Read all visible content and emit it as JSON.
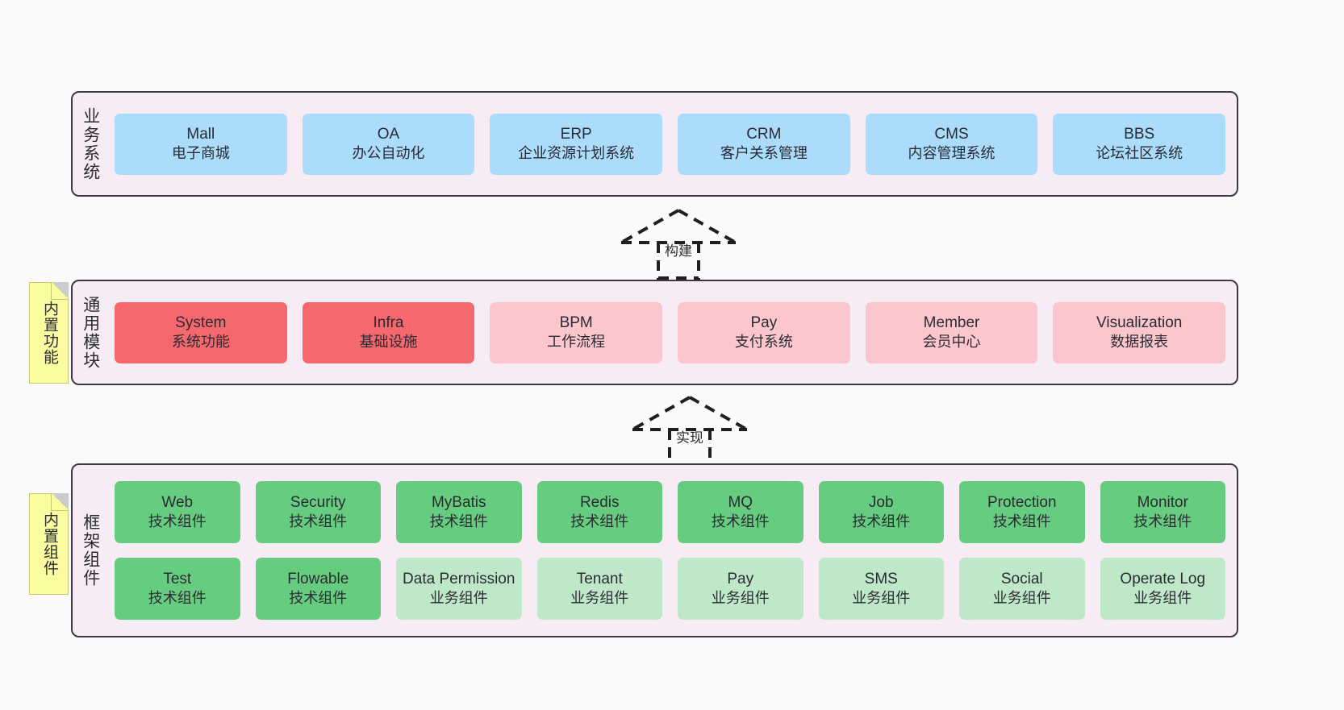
{
  "diagram": {
    "background_color": "#fafafa",
    "layer_bg_color": "#f7ebf4",
    "layer_border_color": "#3b3a44",
    "note_color": "#fbfba0"
  },
  "layers": [
    {
      "id": "business",
      "title": "业务系统",
      "rows": [
        {
          "cells": [
            {
              "name": "Mall",
              "desc": "电子商城",
              "color": "#abdcfb",
              "variant": "c-blue"
            },
            {
              "name": "OA",
              "desc": "办公自动化",
              "color": "#abdcfb",
              "variant": "c-blue"
            },
            {
              "name": "ERP",
              "desc": "企业资源计划系统",
              "color": "#abdcfb",
              "variant": "c-blue"
            },
            {
              "name": "CRM",
              "desc": "客户关系管理",
              "color": "#abdcfb",
              "variant": "c-blue"
            },
            {
              "name": "CMS",
              "desc": "内容管理系统",
              "color": "#abdcfb",
              "variant": "c-blue"
            },
            {
              "name": "BBS",
              "desc": "论坛社区系统",
              "color": "#abdcfb",
              "variant": "c-blue"
            }
          ]
        }
      ]
    },
    {
      "id": "common",
      "title": "通用模块",
      "note": "内置功能",
      "rows": [
        {
          "cells": [
            {
              "name": "System",
              "desc": "系统功能",
              "color": "#f4686e",
              "variant": "c-red"
            },
            {
              "name": "Infra",
              "desc": "基础设施",
              "color": "#f4686e",
              "variant": "c-red"
            },
            {
              "name": "BPM",
              "desc": "工作流程",
              "color": "#fcc6cd",
              "variant": "c-pink"
            },
            {
              "name": "Pay",
              "desc": "支付系统",
              "color": "#fcc6cd",
              "variant": "c-pink"
            },
            {
              "name": "Member",
              "desc": "会员中心",
              "color": "#fcc6cd",
              "variant": "c-pink"
            },
            {
              "name": "Visualization",
              "desc": "数据报表",
              "color": "#fcc6cd",
              "variant": "c-pink"
            }
          ]
        }
      ]
    },
    {
      "id": "framework",
      "title": "框架组件",
      "note": "内置组件",
      "rows": [
        {
          "cells": [
            {
              "name": "Web",
              "desc": "技术组件",
              "color": "#66cc7f",
              "variant": "c-green"
            },
            {
              "name": "Security",
              "desc": "技术组件",
              "color": "#66cc7f",
              "variant": "c-green"
            },
            {
              "name": "MyBatis",
              "desc": "技术组件",
              "color": "#66cc7f",
              "variant": "c-green"
            },
            {
              "name": "Redis",
              "desc": "技术组件",
              "color": "#66cc7f",
              "variant": "c-green"
            },
            {
              "name": "MQ",
              "desc": "技术组件",
              "color": "#66cc7f",
              "variant": "c-green"
            },
            {
              "name": "Job",
              "desc": "技术组件",
              "color": "#66cc7f",
              "variant": "c-green"
            },
            {
              "name": "Protection",
              "desc": "技术组件",
              "color": "#66cc7f",
              "variant": "c-green"
            },
            {
              "name": "Monitor",
              "desc": "技术组件",
              "color": "#66cc7f",
              "variant": "c-green"
            }
          ]
        },
        {
          "cells": [
            {
              "name": "Test",
              "desc": "技术组件",
              "color": "#66cc7f",
              "variant": "c-green"
            },
            {
              "name": "Flowable",
              "desc": "技术组件",
              "color": "#66cc7f",
              "variant": "c-green"
            },
            {
              "name": "Data Permission",
              "desc": "业务组件",
              "color": "#bfe8c8",
              "variant": "c-greenlight"
            },
            {
              "name": "Tenant",
              "desc": "业务组件",
              "color": "#bfe8c8",
              "variant": "c-greenlight"
            },
            {
              "name": "Pay",
              "desc": "业务组件",
              "color": "#bfe8c8",
              "variant": "c-greenlight"
            },
            {
              "name": "SMS",
              "desc": "业务组件",
              "color": "#bfe8c8",
              "variant": "c-greenlight"
            },
            {
              "name": "Social",
              "desc": "业务组件",
              "color": "#bfe8c8",
              "variant": "c-greenlight"
            },
            {
              "name": "Operate Log",
              "desc": "业务组件",
              "color": "#bfe8c8",
              "variant": "c-greenlight"
            }
          ]
        }
      ]
    }
  ],
  "connectors": [
    {
      "id": "build",
      "label": "构建",
      "from": "common",
      "to": "business",
      "style": "dashed-generalization"
    },
    {
      "id": "impl",
      "label": "实现",
      "from": "framework",
      "to": "common",
      "style": "dashed-generalization"
    }
  ]
}
